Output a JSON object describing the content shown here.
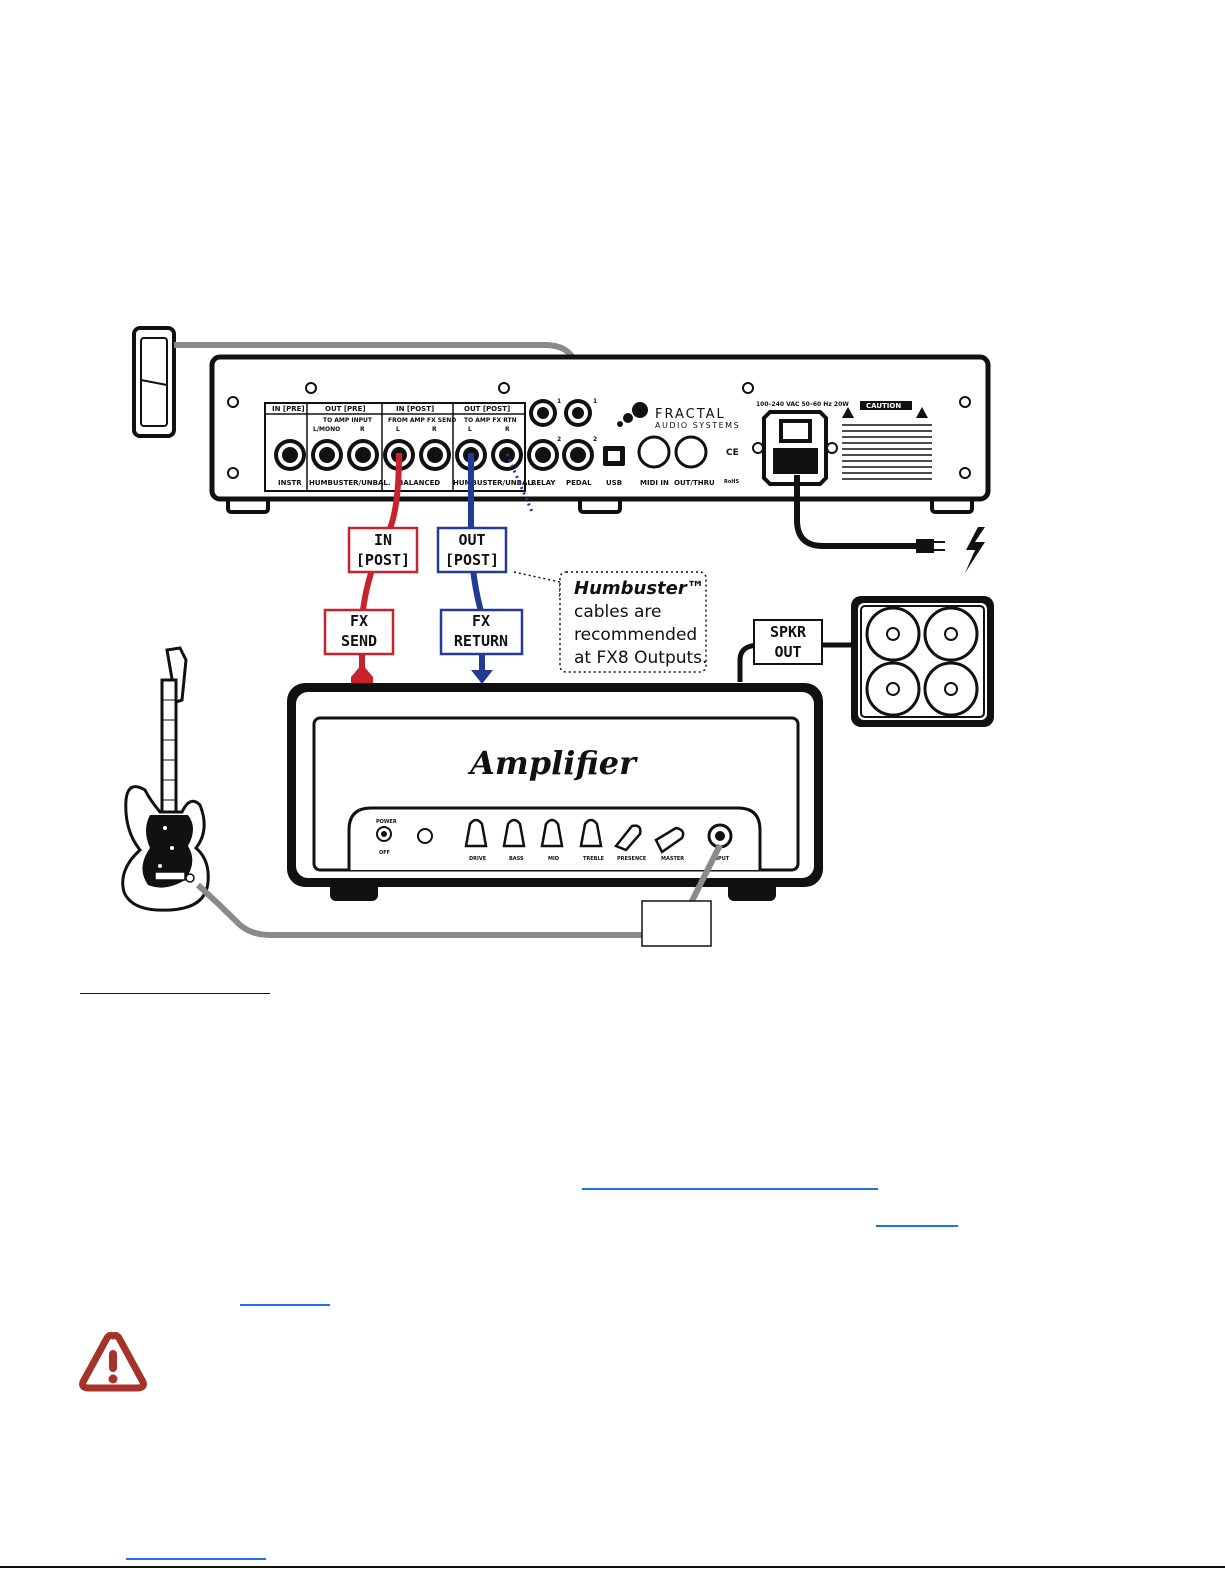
{
  "rear_panel": {
    "section_labels": [
      "IN [PRE]",
      "OUT [PRE]",
      "IN [POST]",
      "OUT [POST]"
    ],
    "sub_labels": [
      "TO AMP INPUT",
      "FROM AMP FX SEND",
      "TO AMP FX RTN"
    ],
    "channel_labels": [
      "L/MONO",
      "R",
      "L",
      "R",
      "L",
      "R"
    ],
    "jack_numbers": [
      "1",
      "1",
      "2",
      "2"
    ],
    "bottom_labels": [
      "INSTR",
      "HUMBUSTER/UNBAL.",
      "BALANCED",
      "HUMBUSTER/UNBAL.",
      "RELAY",
      "PEDAL",
      "USB",
      "MIDI IN",
      "OUT/THRU"
    ],
    "brand": "FRACTAL",
    "brand_sub": "AUDIO SYSTEMS",
    "power_spec": "100–240 VAC 50–60 Hz 20W",
    "caution": "CAUTION",
    "ce_mark": "CE",
    "rohs": "RoHS"
  },
  "cable_labels": {
    "in_post": [
      "IN",
      "[POST]"
    ],
    "out_post": [
      "OUT",
      "[POST]"
    ],
    "fx_send": [
      "FX",
      "SEND"
    ],
    "fx_return": [
      "FX",
      "RETURN"
    ],
    "spkr_out": [
      "SPKR",
      "OUT"
    ]
  },
  "callout": {
    "title": "Humbuster™",
    "lines": [
      "cables are",
      "recommended",
      "at FX8 Outputs."
    ]
  },
  "amplifier": {
    "name": "Amplifier",
    "controls": [
      "POWER",
      "OFF",
      "DRIVE",
      "BASS",
      "MID",
      "TREBLE",
      "PRESENCE",
      "MASTER",
      "INPUT"
    ]
  },
  "colors": {
    "red": "#c8222e",
    "blue": "#233a96",
    "grey_cable": "#8a8a8a",
    "black": "#111111",
    "link": "#1a73e8",
    "warning": "#a5332a"
  },
  "icons": [
    "warning-icon",
    "power-bolt-icon",
    "guitar-icon",
    "speaker-cabinet-icon",
    "expression-pedal-icon"
  ]
}
